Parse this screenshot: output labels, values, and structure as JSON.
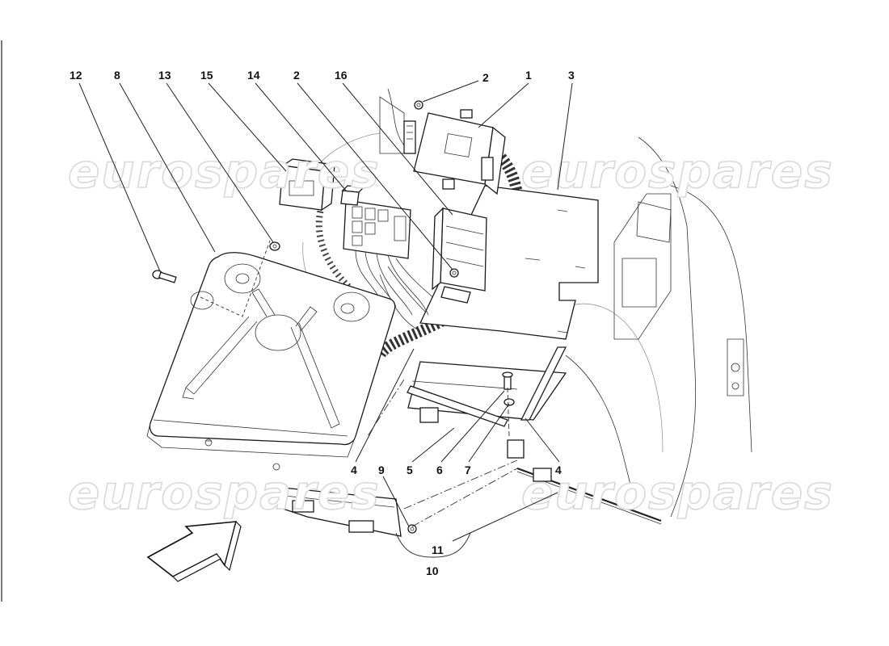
{
  "watermarks": [
    "eurospares",
    "eurospares",
    "eurospares",
    "eurospares"
  ],
  "callouts": {
    "n12": "12",
    "n8": "8",
    "n13": "13",
    "n15": "15",
    "n14": "14",
    "n2a": "2",
    "n16": "16",
    "n2b": "2",
    "n1": "1",
    "n3": "3",
    "n4a": "4",
    "n9": "9",
    "n5": "5",
    "n6": "6",
    "n7": "7",
    "n4b": "4",
    "n11": "11",
    "n10": "10"
  },
  "icons": {
    "direction": "arrow-icon"
  },
  "colors": {
    "line": "#1a1a1a",
    "watermark": "#d9d9d9",
    "background": "#ffffff"
  }
}
